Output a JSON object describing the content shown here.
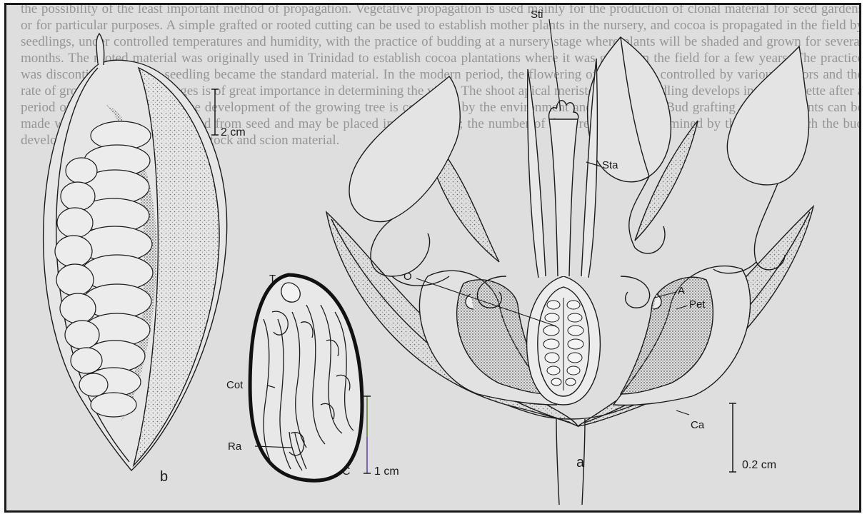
{
  "background_text": "the possibility of the least important method of propagation. Vegetative propagation is used mainly for the production of clonal material for seed gardens or for particular purposes. A simple grafted or rooted cutting can be used to establish mother plants in the nursery, and cocoa is propagated in the field by seedlings, under controlled temperatures and humidity, with the practice of budding at a nursery stage where plants will be shaded and grown for several months. The rooted material was originally used in Trinidad to establish cocoa plantations where it was grown in the field for a few years. The practice was discontinued and the seedling became the standard material. In the modern period, the flowering of the tree is controlled by various factors and the rate of growth at the early stages is of great importance in determining the yield. The shoot apical meristem of the seedling develops into a jorquette after a period of growth. In general, the development of the growing tree is controlled by the environment and the cultivar. Bud grafting of cocoa plants can be made with the use of plants raised from seed and may be placed in the nursery; the number of days required is determined by the rate at which the bud develops and the condition of the stock and scion material.",
  "labels": {
    "sti": "Sti",
    "sta": "Sta",
    "o": "O",
    "a": "A",
    "pet": "Pet",
    "ca": "Ca",
    "t": "T",
    "cot": "Cot",
    "ra": "Ra",
    "fig_a": "a",
    "fig_b": "b",
    "fig_c": "C"
  },
  "scale_bars": {
    "pod": "2 cm",
    "seed": "1 cm",
    "flower": "0.2 cm"
  },
  "colors": {
    "ink": "#1a1a1a",
    "paper": "#dedede",
    "stipple": "#9a9a9a",
    "scale_bar_accent": "#7a5cc8"
  }
}
